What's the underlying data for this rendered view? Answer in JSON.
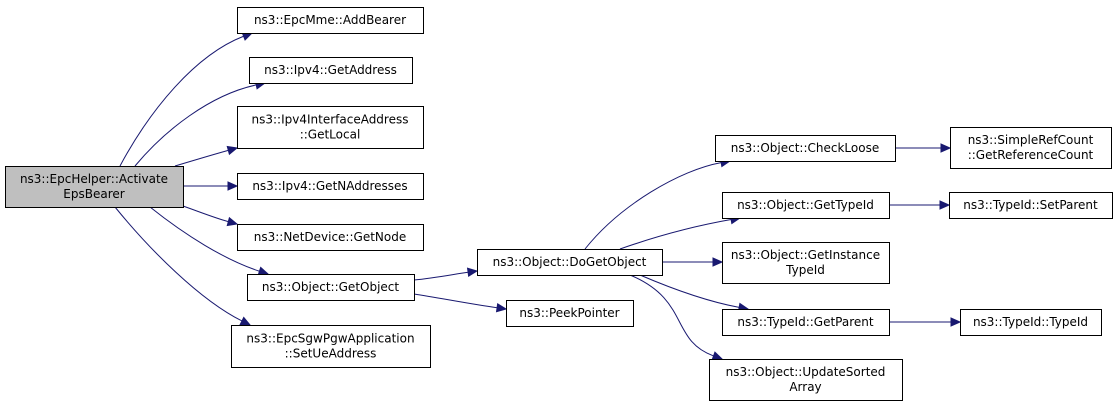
{
  "nodes": [
    {
      "id": "root",
      "lines": [
        "ns3::EpcHelper::Activate",
        "EpsBearer"
      ],
      "root": true
    },
    {
      "id": "addbearer",
      "lines": [
        "ns3::EpcMme::AddBearer"
      ]
    },
    {
      "id": "getaddress",
      "lines": [
        "ns3::Ipv4::GetAddress"
      ]
    },
    {
      "id": "getlocal",
      "lines": [
        "ns3::Ipv4InterfaceAddress",
        "::GetLocal"
      ]
    },
    {
      "id": "getnaddresses",
      "lines": [
        "ns3::Ipv4::GetNAddresses"
      ]
    },
    {
      "id": "getnode",
      "lines": [
        "ns3::NetDevice::GetNode"
      ]
    },
    {
      "id": "getobject",
      "lines": [
        "ns3::Object::GetObject"
      ]
    },
    {
      "id": "setueaddress",
      "lines": [
        "ns3::EpcSgwPgwApplication",
        "::SetUeAddress"
      ]
    },
    {
      "id": "dogetobject",
      "lines": [
        "ns3::Object::DoGetObject"
      ]
    },
    {
      "id": "peekpointer",
      "lines": [
        "ns3::PeekPointer"
      ]
    },
    {
      "id": "checkloose",
      "lines": [
        "ns3::Object::CheckLoose"
      ]
    },
    {
      "id": "gettypeid",
      "lines": [
        "ns3::Object::GetTypeId"
      ]
    },
    {
      "id": "getinstancetypeid",
      "lines": [
        "ns3::Object::GetInstance",
        "TypeId"
      ]
    },
    {
      "id": "getparent",
      "lines": [
        "ns3::TypeId::GetParent"
      ]
    },
    {
      "id": "updatesortedarray",
      "lines": [
        "ns3::Object::UpdateSorted",
        "Array"
      ]
    },
    {
      "id": "getreferencecount",
      "lines": [
        "ns3::SimpleRefCount",
        "::GetReferenceCount"
      ]
    },
    {
      "id": "setparent",
      "lines": [
        "ns3::TypeId::SetParent"
      ]
    },
    {
      "id": "typeid",
      "lines": [
        "ns3::TypeId::TypeId"
      ]
    }
  ],
  "edges": [
    {
      "from": "root",
      "to": "addbearer"
    },
    {
      "from": "root",
      "to": "getaddress"
    },
    {
      "from": "root",
      "to": "getlocal"
    },
    {
      "from": "root",
      "to": "getnaddresses"
    },
    {
      "from": "root",
      "to": "getnode"
    },
    {
      "from": "root",
      "to": "getobject"
    },
    {
      "from": "root",
      "to": "setueaddress"
    },
    {
      "from": "getobject",
      "to": "dogetobject"
    },
    {
      "from": "getobject",
      "to": "peekpointer"
    },
    {
      "from": "dogetobject",
      "to": "checkloose"
    },
    {
      "from": "dogetobject",
      "to": "gettypeid"
    },
    {
      "from": "dogetobject",
      "to": "getinstancetypeid"
    },
    {
      "from": "dogetobject",
      "to": "getparent"
    },
    {
      "from": "dogetobject",
      "to": "updatesortedarray"
    },
    {
      "from": "checkloose",
      "to": "getreferencecount"
    },
    {
      "from": "gettypeid",
      "to": "setparent"
    },
    {
      "from": "getparent",
      "to": "typeid"
    }
  ],
  "colors": {
    "edge": "#191970",
    "root_fill": "#bfbfbf",
    "node_fill": "#ffffff"
  }
}
